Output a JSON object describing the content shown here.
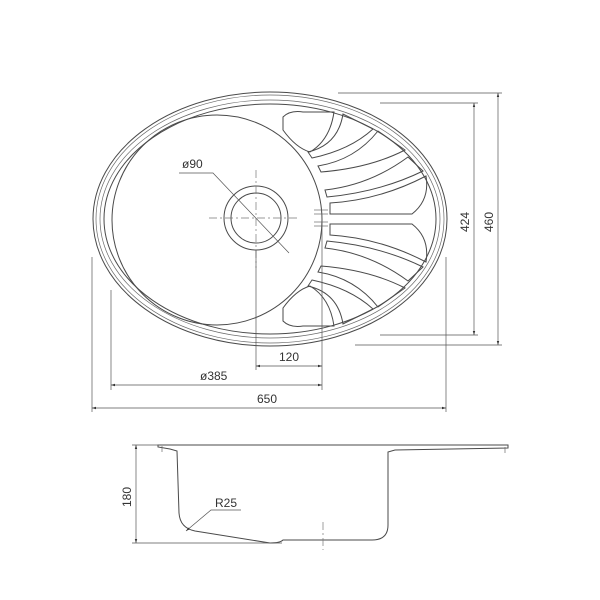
{
  "drawing": {
    "plan_view": {
      "drain_diameter": "ø90",
      "drain_offset": "120",
      "bowl_diameter": "ø385",
      "overall_width": "650",
      "inner_depth": "424",
      "overall_depth": "460"
    },
    "side_view": {
      "bowl_depth": "180",
      "corner_radius": "R25"
    }
  },
  "colors": {
    "line": "#4a4a4a",
    "background": "#ffffff"
  }
}
